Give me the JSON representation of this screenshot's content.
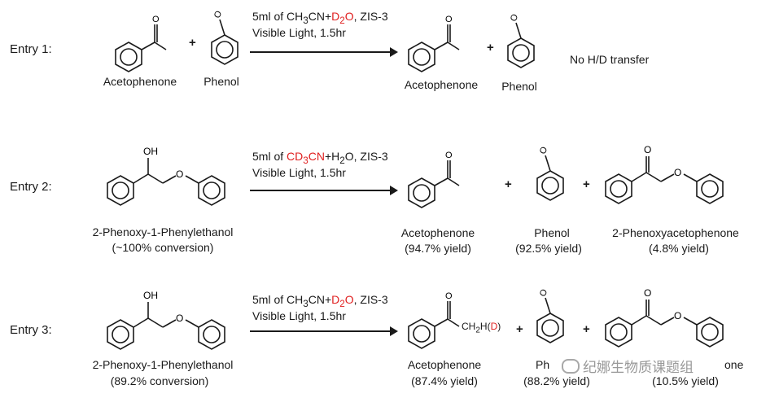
{
  "entries": [
    {
      "label": "Entry 1:",
      "cond_a1": "5ml of CH",
      "cond_a_sub1": "3",
      "cond_a2": "CN+",
      "cond_a_red": "D",
      "cond_a_sub2": "2",
      "cond_a_red2": "O",
      "cond_a3": ", ZIS-3",
      "cond_b": "Visible Light, 1.5hr",
      "reactant1": "Acetophenone",
      "reactant2": "Phenol",
      "product1": "Acetophenone",
      "product2": "Phenol",
      "note": "No H/D transfer"
    },
    {
      "label": "Entry 2:",
      "cond_a1": "5ml of ",
      "cond_a_red": "CD",
      "cond_a_sub1": "3",
      "cond_a_red2": "CN",
      "cond_a2": "+H",
      "cond_a_sub2": "2",
      "cond_a3": "O, ZIS-3",
      "cond_b": "Visible Light, 1.5hr",
      "reactant1": "2-Phenoxy-1-Phenylethanol",
      "reactant1_conv": "(~100% conversion)",
      "product1": "Acetophenone",
      "product1_yield": "(94.7% yield)",
      "product2": "Phenol",
      "product2_yield": "(92.5% yield)",
      "product3": "2-Phenoxyacetophenone",
      "product3_yield": "(4.8% yield)"
    },
    {
      "label": "Entry 3:",
      "cond_a1": "5ml of CH",
      "cond_a_sub1": "3",
      "cond_a2": "CN+",
      "cond_a_red": "D",
      "cond_a_sub2": "2",
      "cond_a_red2": "O",
      "cond_a3": ", ZIS-3",
      "cond_b": "Visible Light, 1.5hr",
      "reactant1": "2-Phenoxy-1-Phenylethanol",
      "reactant1_conv": "(89.2% conversion)",
      "product1": "Acetophenone",
      "product1_yield": "(87.4% yield)",
      "product1_group_a": "CH",
      "product1_group_sub": "2",
      "product1_group_b": "H(",
      "product1_group_d": "D",
      "product1_group_c": ")",
      "product2_partial": "Ph",
      "product2_yield": "(88.2% yield)",
      "product3_partial": "one",
      "product3_yield": "(10.5% yield)"
    }
  ],
  "atom_labels": {
    "oxygen": "O",
    "hydroxyl": "OH",
    "phenol_o": "O"
  },
  "plus_sign": "+",
  "watermark": "纪娜生物质课题组",
  "colors": {
    "highlight": "#e02020",
    "text": "#1a1a1a"
  }
}
